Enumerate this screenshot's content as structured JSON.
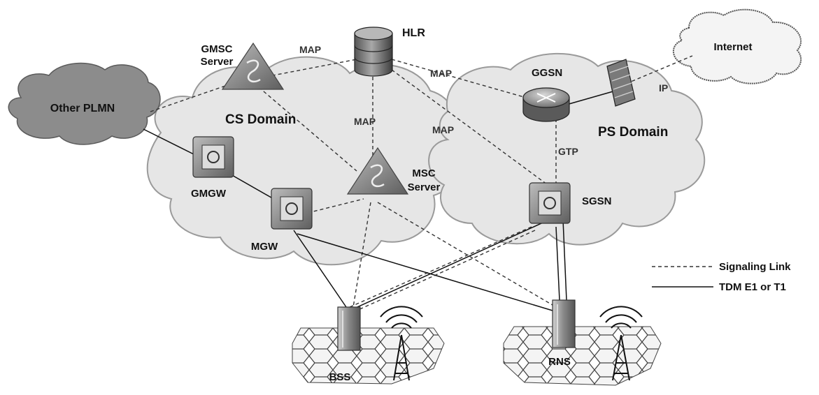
{
  "domains": {
    "cs": "CS Domain",
    "ps": "PS Domain"
  },
  "clouds": {
    "other_plmn": "Other PLMN",
    "internet": "Internet"
  },
  "nodes": {
    "hlr": "HLR",
    "gmsc_line1": "GMSC",
    "gmsc_line2": "Server",
    "msc_line1": "MSC",
    "msc_line2": "Server",
    "ggsn": "GGSN",
    "sgsn": "SGSN",
    "gmgw": "GMGW",
    "mgw": "MGW",
    "bss": "BSS",
    "rns": "RNS"
  },
  "links": {
    "map_gmsc_hlr": "MAP",
    "map_hlr_ggsn": "MAP",
    "map_hlr_msc": "MAP",
    "map_hlr_sgsn": "MAP",
    "gtp": "GTP",
    "ip": "IP"
  },
  "legend": {
    "signaling": "Signaling Link",
    "tdm": "TDM E1 or T1"
  },
  "colors": {
    "cloud_fill": "#e6e6e6",
    "cloud_stroke": "#9a9a9a",
    "dark_cloud": "#8c8c8c",
    "node_fill": "#8a8a8a",
    "line": "#222222"
  }
}
